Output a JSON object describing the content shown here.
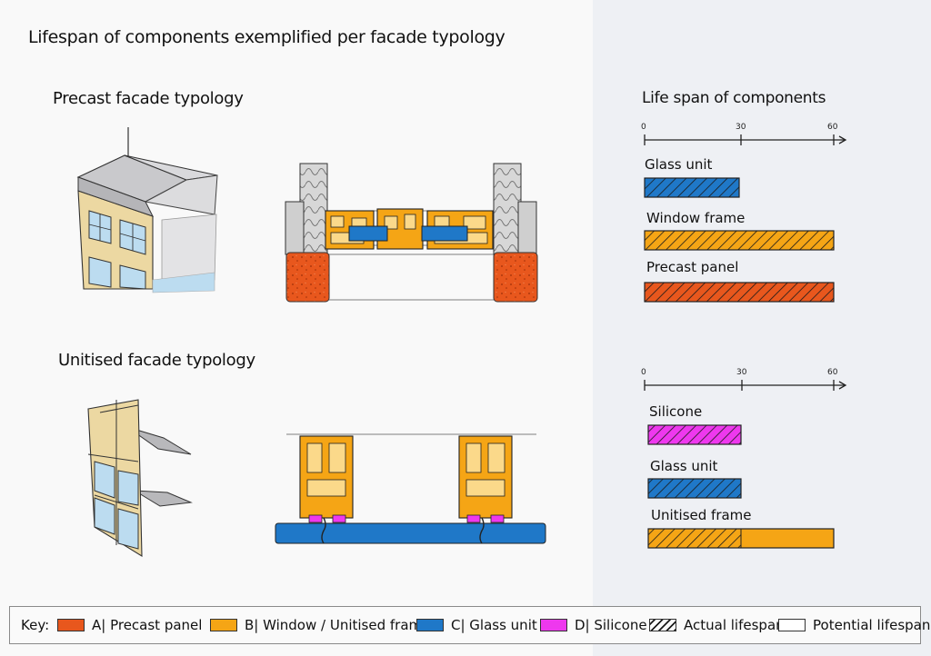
{
  "title": "Lifespan of components exemplified per facade typology",
  "sections": {
    "precast": {
      "heading": "Precast facade typology"
    },
    "unitised": {
      "heading": "Unitised facade typology"
    }
  },
  "chart_heading": "Life span of components",
  "colors": {
    "precast_panel": "#e8571d",
    "frame": "#f5a515",
    "glass": "#1f78c8",
    "silicone": "#ee38ee",
    "insulation": "#d7d7d7",
    "background_panel": "#eef0f4"
  },
  "chart_data": [
    {
      "type": "bar",
      "orientation": "horizontal",
      "title": "Life span of components",
      "xticks": [
        "0",
        "30",
        "60"
      ],
      "xlim": [
        0,
        60
      ],
      "categories": [
        "Glass unit",
        "Window frame",
        "Precast panel"
      ],
      "series": [
        {
          "name": "Actual lifespan",
          "values": [
            30,
            60,
            60
          ]
        },
        {
          "name": "Potential lifespan",
          "values": [
            0,
            0,
            0
          ]
        }
      ]
    },
    {
      "type": "bar",
      "orientation": "horizontal",
      "xticks": [
        "0",
        "30",
        "60"
      ],
      "xlim": [
        0,
        60
      ],
      "categories": [
        "Silicone",
        "Glass unit",
        "Unitised frame"
      ],
      "series": [
        {
          "name": "Actual lifespan",
          "values": [
            30,
            30,
            30
          ]
        },
        {
          "name": "Potential lifespan",
          "values": [
            0,
            0,
            30
          ]
        }
      ]
    }
  ],
  "legend": {
    "label": "Key:",
    "items": [
      {
        "text": "A| Precast panel",
        "color": "#e8571d"
      },
      {
        "text": "B| Window / Unitised frame",
        "color": "#f5a515"
      },
      {
        "text": "C| Glass unit",
        "color": "#1f78c8"
      },
      {
        "text": "D| Silicone",
        "color": "#ee38ee"
      },
      {
        "text": "Actual lifespan",
        "pattern": "hatch"
      },
      {
        "text": "Potential lifespan",
        "pattern": "empty"
      }
    ]
  }
}
